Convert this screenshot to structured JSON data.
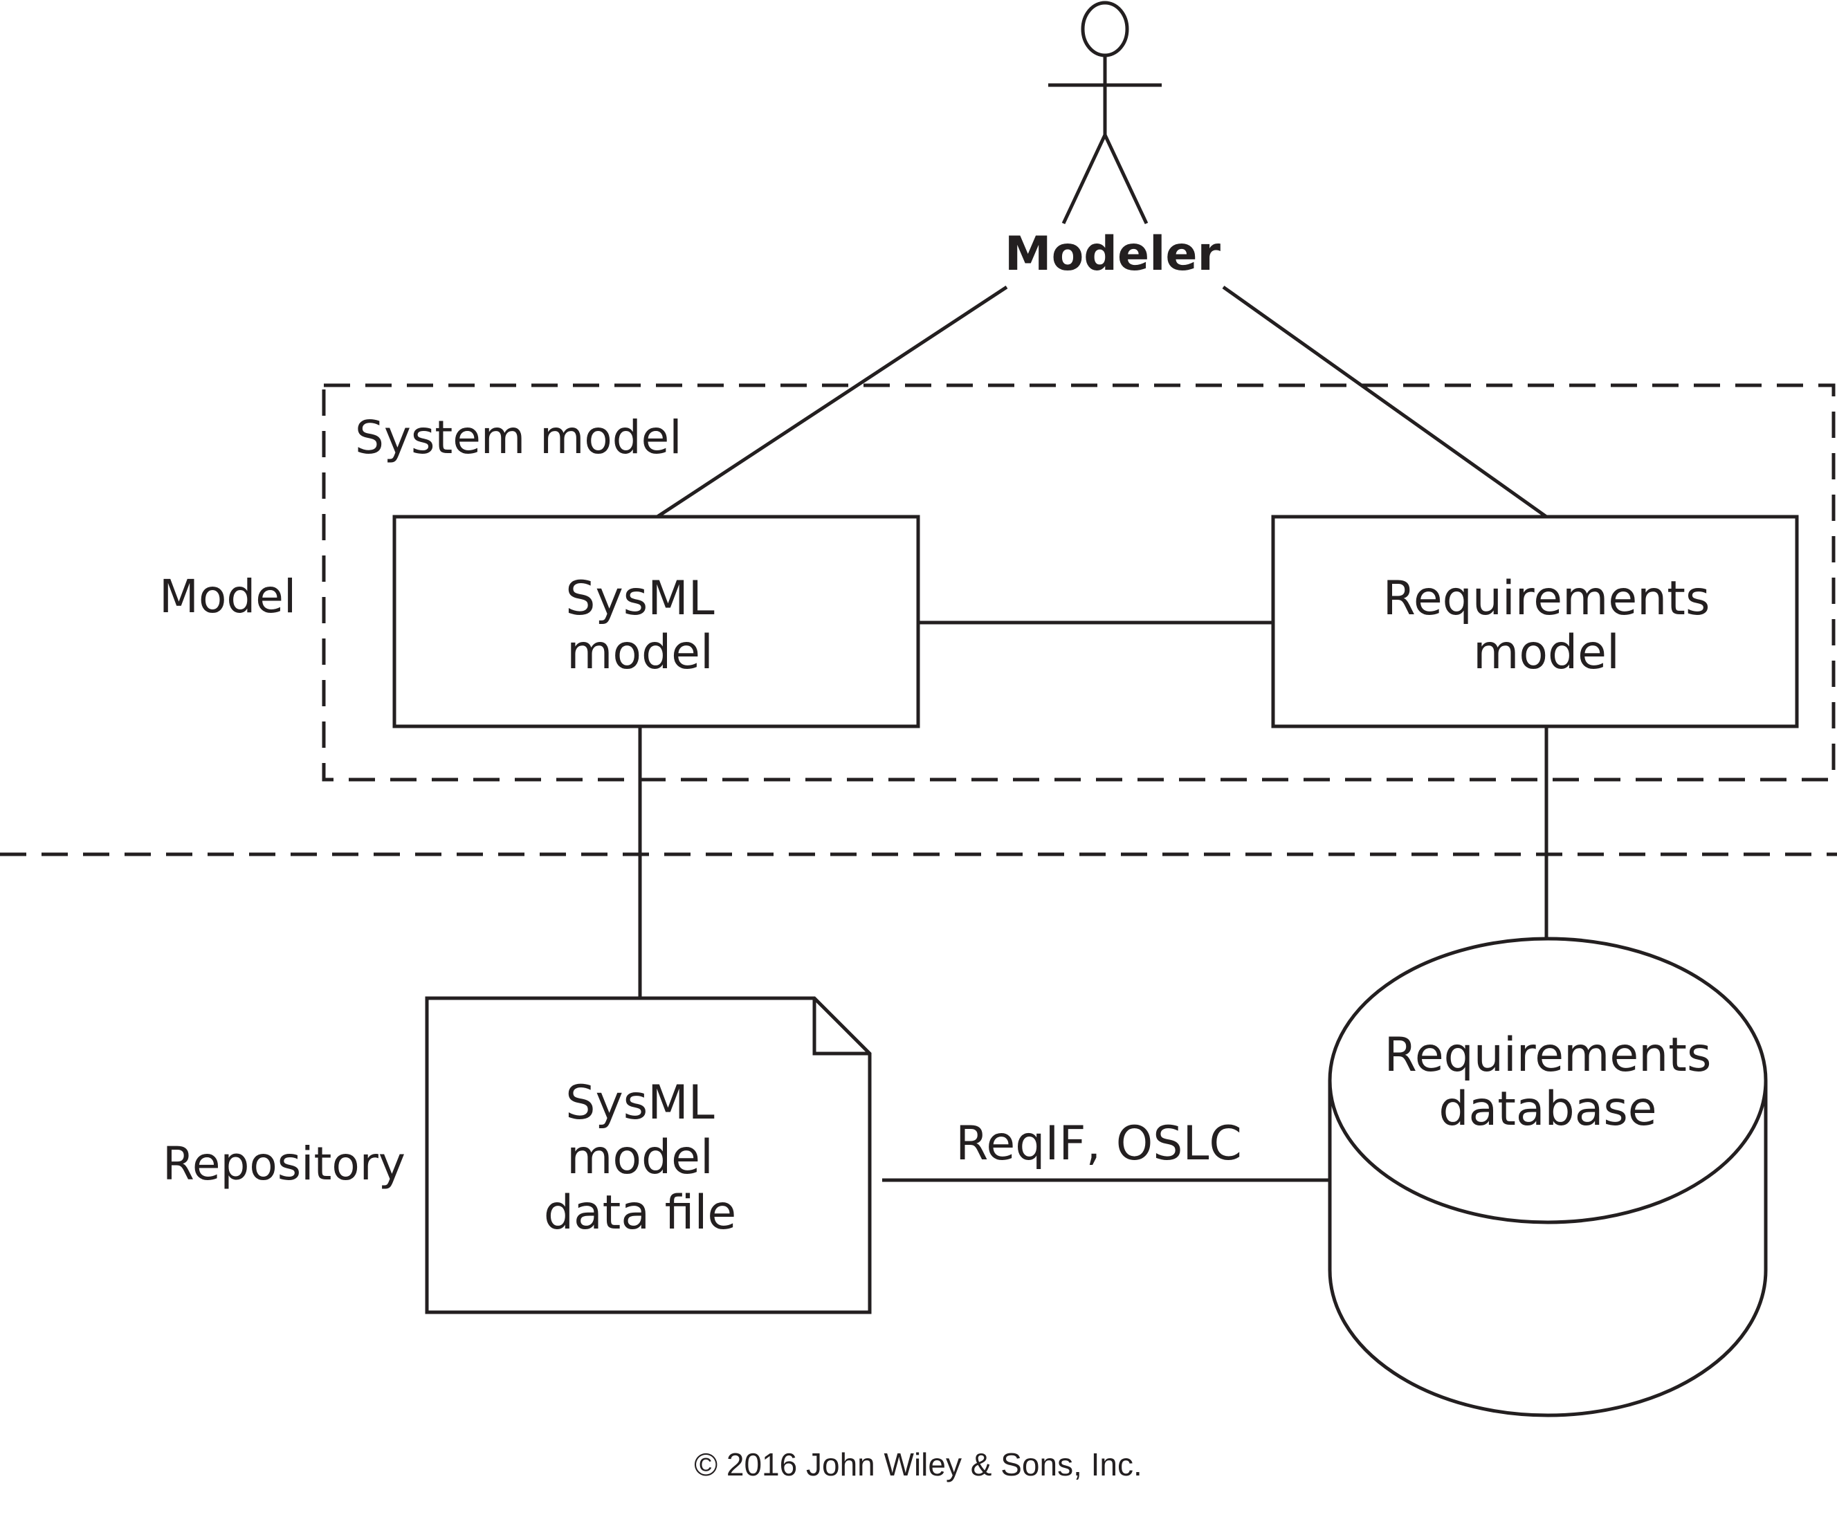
{
  "actor": {
    "label": "Modeler"
  },
  "layers": {
    "model": "Model",
    "repository": "Repository"
  },
  "system_model": {
    "title": "System model"
  },
  "nodes": {
    "sysml_model": {
      "line1": "SysML",
      "line2": "model"
    },
    "requirements_model": {
      "line1": "Requirements",
      "line2": "model"
    },
    "sysml_data_file": {
      "line1": "SysML",
      "line2": "model",
      "line3": "data file"
    },
    "requirements_database": {
      "line1": "Requirements",
      "line2": "database"
    }
  },
  "connectors": {
    "repository_link": "ReqIF, OSLC"
  },
  "footer": {
    "copyright": "© 2016 John Wiley & Sons, Inc."
  }
}
